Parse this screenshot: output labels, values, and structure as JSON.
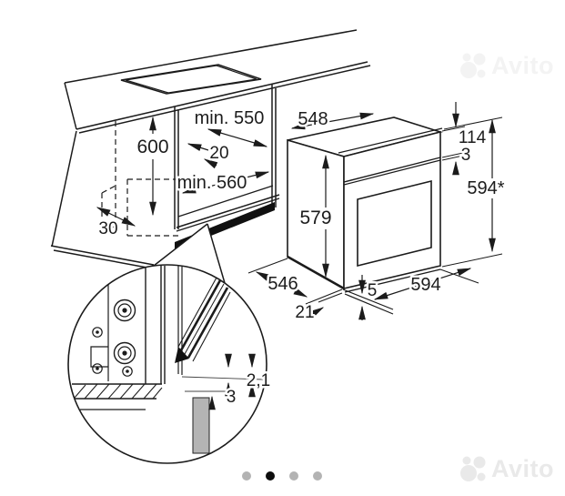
{
  "title": "Built-in oven installation dimensions diagram",
  "watermark": {
    "brand": "Avito"
  },
  "cabinet": {
    "niche_height": "600",
    "niche_depth_min": "min. 550",
    "rear_gap": "20",
    "niche_width_min": "min. 560",
    "front_clearance": "30"
  },
  "oven": {
    "top_width": "548",
    "front_height": "579",
    "panel_height": "114",
    "panel_gap": "3",
    "total_height": "594*",
    "depth": "546",
    "plinth_inset": "21",
    "base_gap": "5",
    "front_width": "594"
  },
  "detail": {
    "door_gap": "2,1",
    "shelf_gap": "3"
  },
  "pagination": {
    "dots": 4,
    "active_index": 1
  }
}
